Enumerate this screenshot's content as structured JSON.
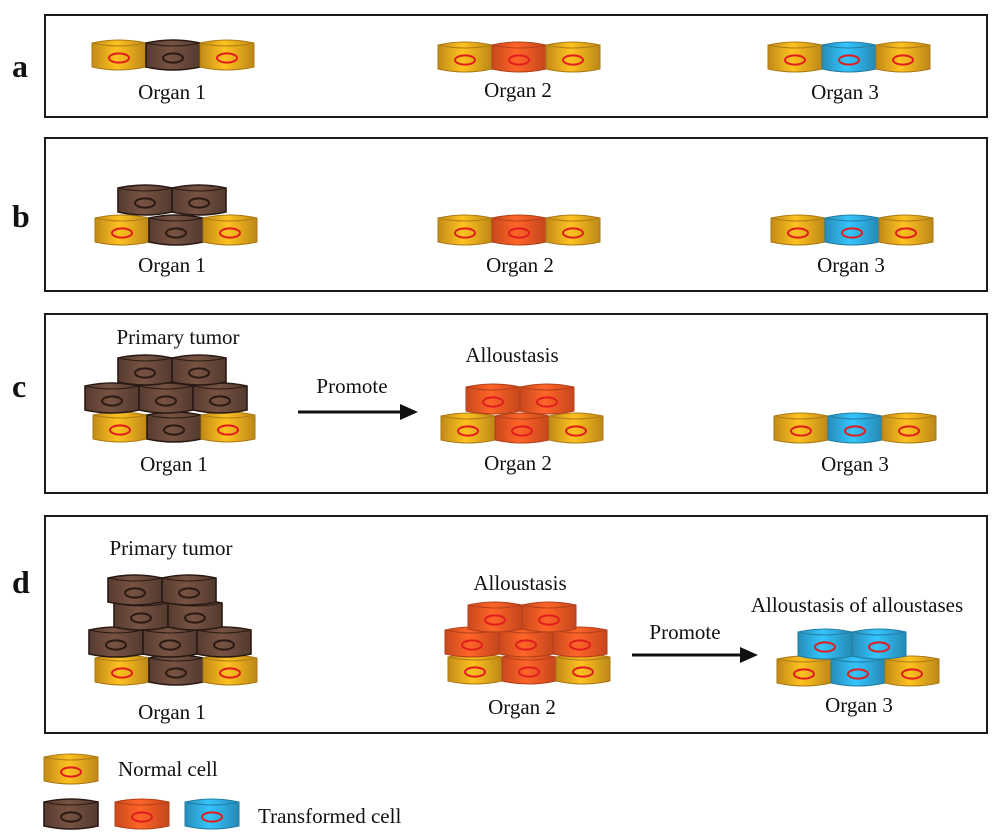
{
  "colors": {
    "normal": "#f2ad1d",
    "transformed_brown": "#6b4a3c",
    "transformed_orange": "#fb5a24",
    "transformed_blue": "#2fb0e6",
    "nucleus": "#e01e1e",
    "arrow": "#111111"
  },
  "panels": [
    {
      "label": "a",
      "organs": [
        "Organ 1",
        "Organ 2",
        "Organ 3"
      ]
    },
    {
      "label": "b",
      "organs": [
        "Organ 1",
        "Organ 2",
        "Organ 3"
      ]
    },
    {
      "label": "c",
      "organs": [
        "Organ 1",
        "Organ 2",
        "Organ 3"
      ],
      "primary_tumor": "Primary tumor",
      "alloustasis": "Alloustasis",
      "promote": "Promote"
    },
    {
      "label": "d",
      "organs": [
        "Organ 1",
        "Organ 2",
        "Organ 3"
      ],
      "primary_tumor": "Primary tumor",
      "alloustasis": "Alloustasis",
      "promote": "Promote",
      "alloustasis_of_alloustases": "Alloustasis of alloustases"
    }
  ],
  "legend": {
    "normal": "Normal cell",
    "transformed": "Transformed cell"
  }
}
